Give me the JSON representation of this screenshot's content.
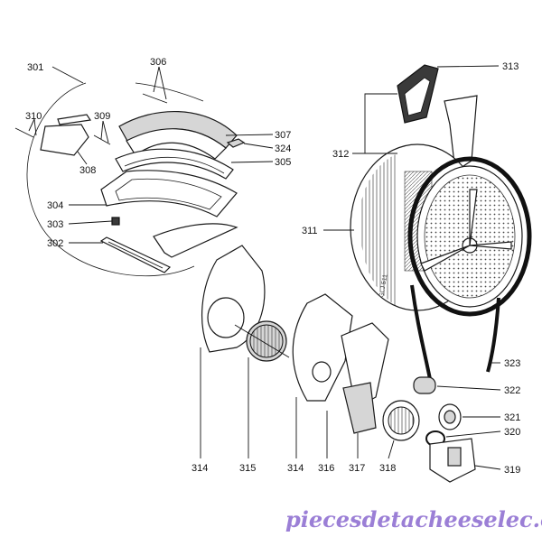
{
  "diagram": {
    "labels": {
      "l301": "301",
      "l306": "306",
      "l310": "310",
      "l309": "309",
      "l308": "308",
      "l307": "307",
      "l324": "324",
      "l305": "305",
      "l304": "304",
      "l303": "303",
      "l302": "302",
      "l313": "313",
      "l312": "312",
      "l311": "311",
      "l323": "323",
      "l322": "322",
      "l321": "321",
      "l320": "320",
      "l319": "319",
      "l314a": "314",
      "l315": "315",
      "l314b": "314",
      "l316": "316",
      "l317": "317",
      "l318": "318"
    },
    "drum_marking": "GLJ 511",
    "watermark": "piecesdetacheeselec.com",
    "watermark_color": "#9b7fd6"
  }
}
